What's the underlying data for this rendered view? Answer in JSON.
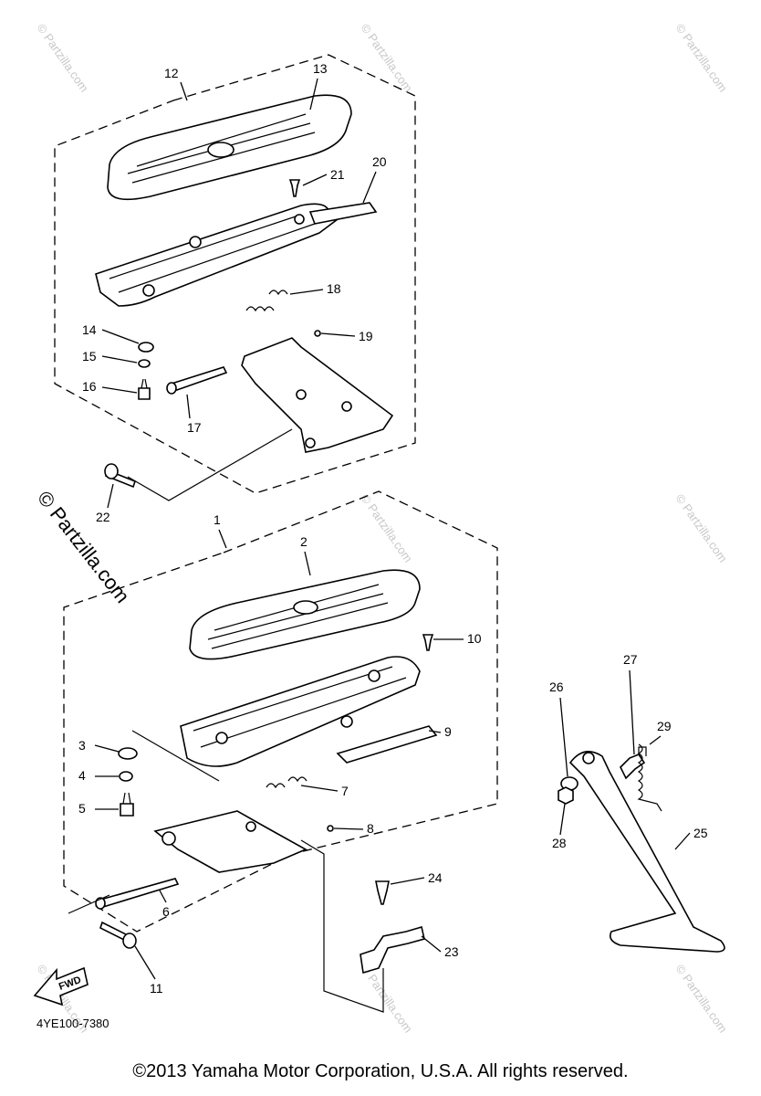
{
  "diagram": {
    "callouts": [
      "12",
      "13",
      "20",
      "21",
      "18",
      "14",
      "19",
      "15",
      "16",
      "17",
      "22",
      "1",
      "2",
      "10",
      "3",
      "9",
      "4",
      "7",
      "5",
      "8",
      "6",
      "24",
      "23",
      "11",
      "26",
      "27",
      "29",
      "28",
      "25"
    ],
    "fwd_label": "FWD",
    "part_code": "4YE100-7380",
    "watermark_large": "© Partzilla.com",
    "watermark_small": "© Partzilla.com"
  },
  "footer": {
    "copyright": "©2013  Yamaha Motor Corporation, U.S.A. All rights reserved."
  }
}
